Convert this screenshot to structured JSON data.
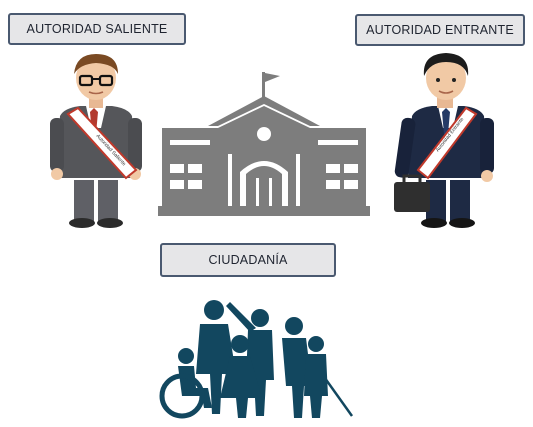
{
  "labels": {
    "outgoing": "AUTORIDAD SALIENTE",
    "incoming": "AUTORIDAD ENTRANTE",
    "citizens": "CIUDADANÍA"
  },
  "sashes": {
    "outgoing": "Autoridad Saliente",
    "incoming": "Autoridad Entrante"
  },
  "colors": {
    "label_bg": "#e6e6e8",
    "label_border": "#4a5970",
    "building": "#7d7d7d",
    "citizens": "#12475f",
    "suit_gray": "#55565a",
    "suit_navy": "#1e2a44",
    "sash_red": "#c0392b"
  }
}
